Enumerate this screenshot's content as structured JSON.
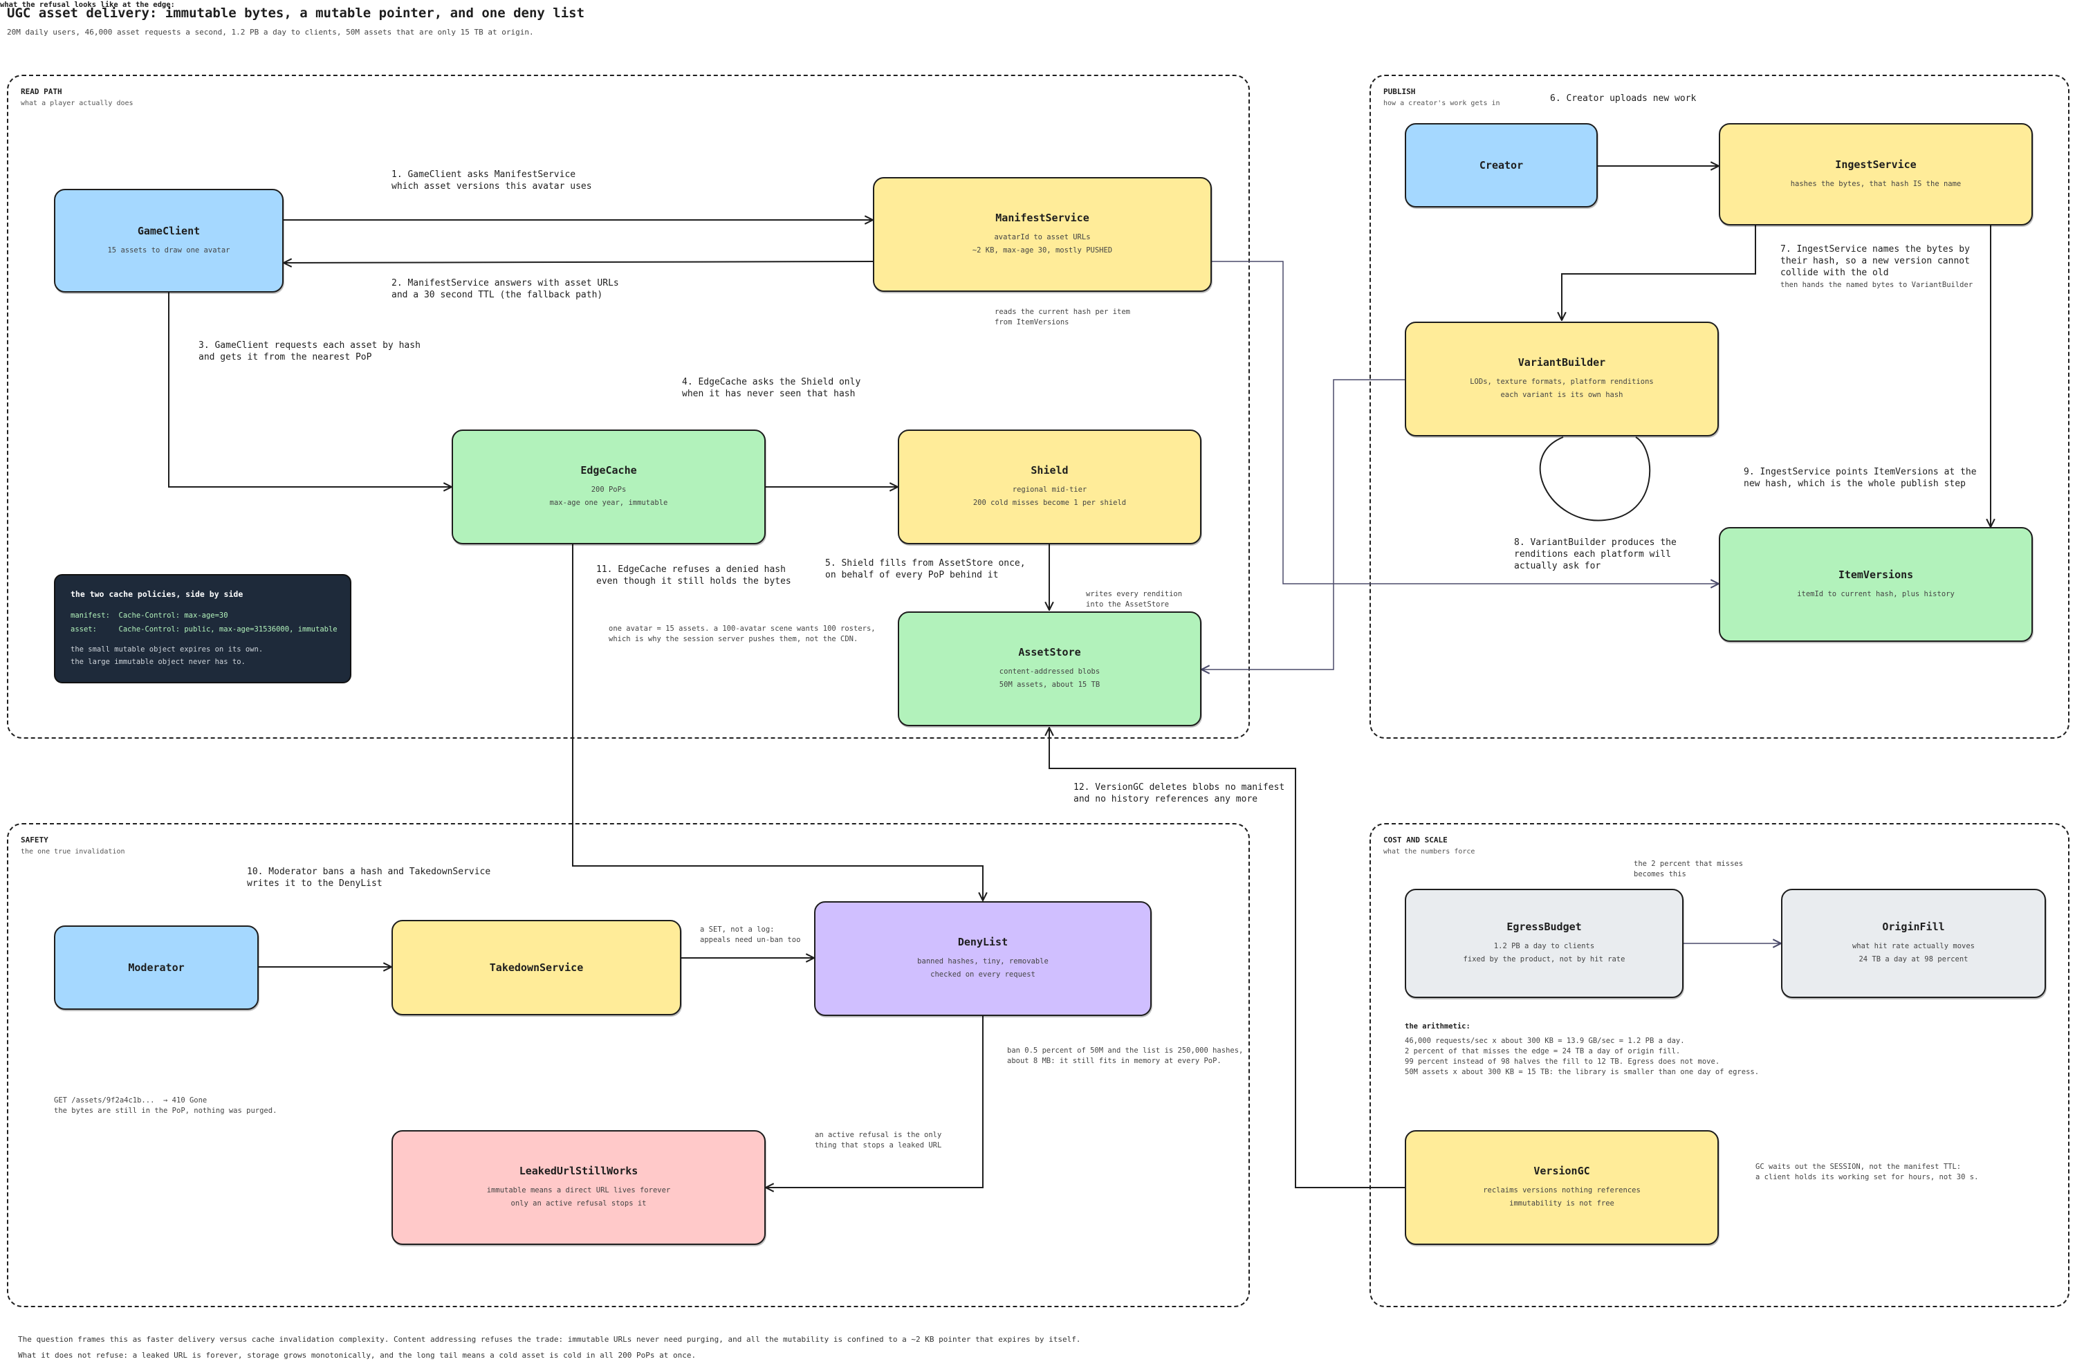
{
  "title": "UGC asset delivery: immutable bytes, a mutable pointer, and one deny list",
  "subtitle": "20M daily users, 46,000 asset requests a second, 1.2 PB a day to clients, 50M assets that are only 15 TB at origin.",
  "groups": {
    "read": {
      "title": "READ PATH",
      "sub": "what a player actually does"
    },
    "publish": {
      "title": "PUBLISH",
      "sub": "how a creator's work gets in"
    },
    "safety": {
      "title": "SAFETY",
      "sub": "the one true invalidation"
    },
    "cost": {
      "title": "COST AND SCALE",
      "sub": "what the numbers force"
    }
  },
  "nodes": {
    "gameclient": {
      "name": "GameClient",
      "lines": [
        "15 assets to draw one avatar"
      ]
    },
    "manifest": {
      "name": "ManifestService",
      "lines": [
        "avatarId to asset URLs",
        "~2 KB, max-age 30, mostly PUSHED"
      ]
    },
    "edgecache": {
      "name": "EdgeCache",
      "lines": [
        "200 PoPs",
        "max-age one year, immutable"
      ]
    },
    "shield": {
      "name": "Shield",
      "lines": [
        "regional mid-tier",
        "200 cold misses become 1 per shield"
      ]
    },
    "assetstore": {
      "name": "AssetStore",
      "lines": [
        "content-addressed blobs",
        "50M assets, about 15 TB"
      ]
    },
    "creator": {
      "name": "Creator",
      "lines": []
    },
    "ingest": {
      "name": "IngestService",
      "lines": [
        "hashes the bytes, that hash IS the name"
      ]
    },
    "variant": {
      "name": "VariantBuilder",
      "lines": [
        "LODs, texture formats, platform renditions",
        "each variant is its own hash"
      ]
    },
    "itemversions": {
      "name": "ItemVersions",
      "lines": [
        "itemId to current hash, plus history"
      ]
    },
    "moderator": {
      "name": "Moderator",
      "lines": []
    },
    "takedown": {
      "name": "TakedownService",
      "lines": []
    },
    "denylist": {
      "name": "DenyList",
      "lines": [
        "banned hashes, tiny, removable",
        "checked on every request"
      ]
    },
    "leaked": {
      "name": "LeakedUrlStillWorks",
      "lines": [
        "immutable means a direct URL lives forever",
        "only an active refusal stops it"
      ]
    },
    "egress": {
      "name": "EgressBudget",
      "lines": [
        "1.2 PB a day to clients",
        "fixed by the product, not by hit rate"
      ]
    },
    "originfill": {
      "name": "OriginFill",
      "lines": [
        "what hit rate actually moves",
        "24 TB a day at 98 percent"
      ]
    },
    "versiongc": {
      "name": "VersionGC",
      "lines": [
        "reclaims versions nothing references",
        "immutability is not free"
      ]
    }
  },
  "edge_labels": {
    "e1": "1. GameClient asks ManifestService\nwhich asset versions this avatar uses",
    "e2": "2. ManifestService answers with asset URLs\nand a 30 second TTL (the fallback path)",
    "e3": "3. GameClient requests each asset by hash\nand gets it from the nearest PoP",
    "e4": "4. EdgeCache asks the Shield only\nwhen it has never seen that hash",
    "e5": "5. Shield fills from AssetStore once,\non behalf of every PoP behind it",
    "e6": "6. Creator uploads new work",
    "e7": "7. IngestService names the bytes by\ntheir hash, so a new version cannot\ncollide with the old",
    "e7b": "then hands the named bytes to VariantBuilder",
    "e8": "8. VariantBuilder produces the\nrenditions each platform will\nactually ask for",
    "e9": "9. IngestService points ItemVersions at the\nnew hash, which is the whole publish step",
    "e10": "10. Moderator bans a hash and TakedownService\nwrites it to the DenyList",
    "e11": "11. EdgeCache refuses a denied hash\neven though it still holds the bytes",
    "e12": "12. VersionGC deletes blobs no manifest\nand no history references any more"
  },
  "notes": {
    "reads_current": "reads the current hash per item\nfrom ItemVersions",
    "writes_every": "writes every rendition\ninto the AssetStore",
    "avatar_math": "one avatar = 15 assets. a 100-avatar scene wants 100 rosters,\nwhich is why the session server pushes them, not the CDN.",
    "set_not_log": "a SET, not a log:\nappeals need un-ban too",
    "ban_math": "ban 0.5 percent of 50M and the list is 250,000 hashes,\nabout 8 MB: it still fits in memory at every PoP.",
    "active_refusal": "an active refusal is the only\nthing that stops a leaked URL",
    "two_percent": "the 2 percent that misses\nbecomes this",
    "gc_waits": "GC waits out the SESSION, not the manifest TTL:\na client holds its working set for hours, not 30 s.",
    "refusal_title": "what the refusal looks like at the edge:",
    "refusal_body": "GET /assets/9f2a4c1b...  → 410 Gone\nthe bytes are still in the PoP, nothing was purged.",
    "arith_title": "the arithmetic:",
    "arith_body": "46,000 requests/sec x about 300 KB = 13.9 GB/sec = 1.2 PB a day.\n2 percent of that misses the edge = 24 TB a day of origin fill.\n99 percent instead of 98 halves the fill to 12 TB. Egress does not move.\n50M assets x about 300 KB = 15 TB: the library is smaller than one day of egress."
  },
  "cache_box": {
    "title": "the two cache policies, side by side",
    "code": "manifest:  Cache-Control: max-age=30\nasset:     Cache-Control: public, max-age=31536000, immutable",
    "note1": "the small mutable object expires on its own.",
    "note2": "the large immutable object never has to."
  },
  "footer": {
    "line1": "The question frames this as faster delivery versus cache invalidation complexity. Content addressing refuses the trade: immutable URLs never need purging, and all the mutability is confined to a ~2 KB pointer that expires by itself.",
    "line2": "What it does not refuse: a leaked URL is forever, storage grows monotonically, and the long tail means a cold asset is cold in all 200 PoPs at once."
  }
}
